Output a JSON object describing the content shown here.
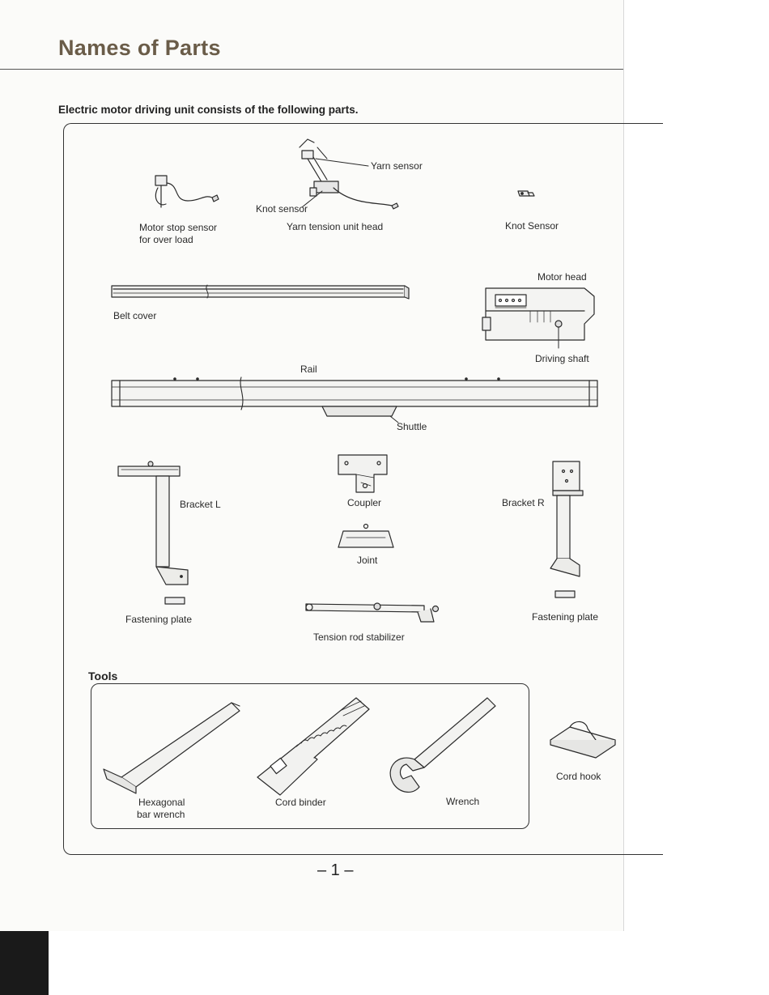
{
  "page": {
    "title": "Names of Parts",
    "subtitle": "Electric motor driving unit consists of the following parts.",
    "page_number": "– 1 –"
  },
  "parts": {
    "yarn_sensor": "Yarn sensor",
    "knot_sensor_pointer": "Knot sensor",
    "motor_stop_sensor_1": "Motor stop sensor",
    "motor_stop_sensor_2": "for over load",
    "yarn_tension_unit_head": "Yarn tension unit head",
    "knot_sensor": "Knot Sensor",
    "motor_head": "Motor head",
    "belt_cover": "Belt cover",
    "driving_shaft": "Driving shaft",
    "rail": "Rail",
    "shuttle": "Shuttle",
    "bracket_l": "Bracket L",
    "coupler": "Coupler",
    "bracket_r": "Bracket R",
    "joint": "Joint",
    "fastening_plate_left": "Fastening plate",
    "fastening_plate_right": "Fastening plate",
    "tension_rod_stabilizer": "Tension rod stabilizer"
  },
  "tools": {
    "heading": "Tools",
    "hex_wrench_1": "Hexagonal",
    "hex_wrench_2": "bar wrench",
    "cord_binder": "Cord binder",
    "wrench": "Wrench",
    "cord_hook": "Cord hook"
  }
}
